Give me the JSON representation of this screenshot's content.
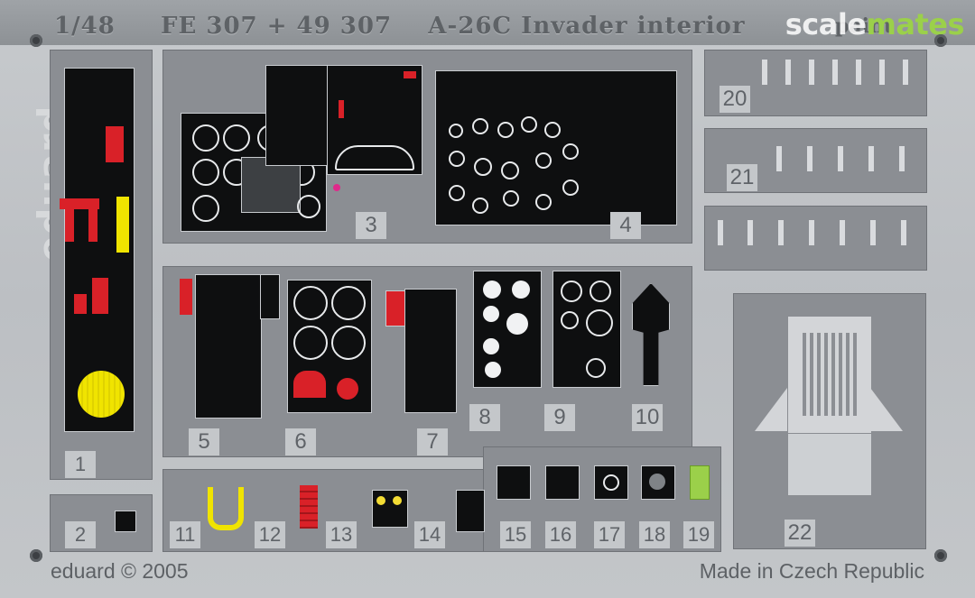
{
  "header": {
    "scale": "1/48",
    "code": "FE 307 + 49 307",
    "title": "A-26C Invader interior",
    "tail": "paint"
  },
  "watermark": {
    "part1": "scale",
    "part2": "mates"
  },
  "brand_vertical": "eduard",
  "footer": {
    "copyright": "eduard © 2005",
    "origin": "Made in Czech Republic"
  },
  "part_numbers": [
    "1",
    "2",
    "3",
    "4",
    "5",
    "6",
    "7",
    "8",
    "9",
    "10",
    "11",
    "12",
    "13",
    "14",
    "15",
    "16",
    "17",
    "18",
    "19",
    "20",
    "21",
    "22"
  ],
  "colors": {
    "fret": "#bfc2c6",
    "panel": "#8b8e93",
    "part": "#0e0f10",
    "accent_red": "#d92128",
    "accent_yellow": "#f0e400",
    "accent_green": "#9bd04a"
  }
}
